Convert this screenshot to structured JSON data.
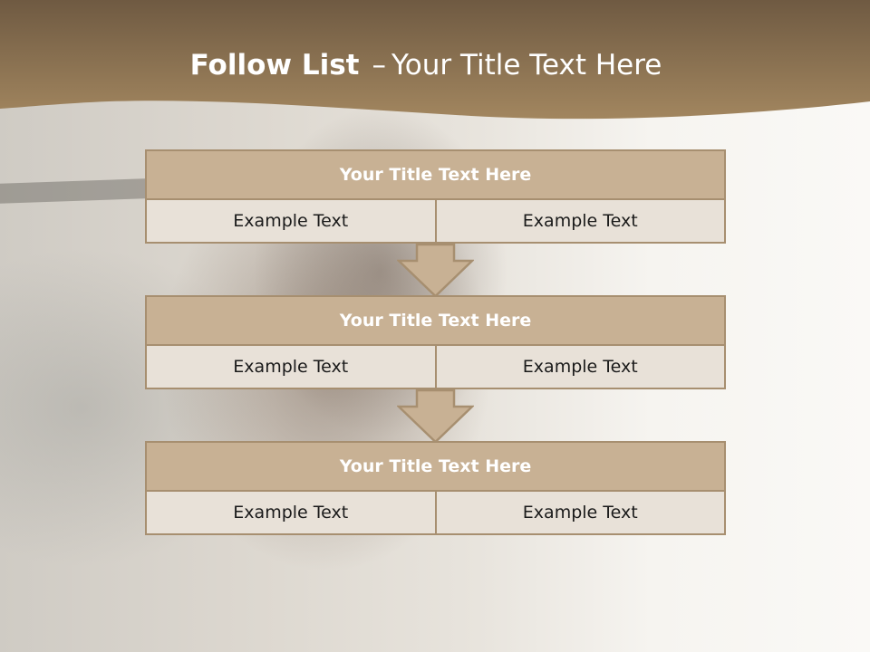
{
  "slide": {
    "title_bold": "Follow List",
    "title_dash": "–",
    "title_rest": "Your Title Text Here"
  },
  "blocks": [
    {
      "title": "Your Title Text Here",
      "left": "Example Text",
      "right": "Example Text"
    },
    {
      "title": "Your Title Text Here",
      "left": "Example Text",
      "right": "Example Text"
    },
    {
      "title": "Your Title Text Here",
      "left": "Example Text",
      "right": "Example Text"
    }
  ],
  "colors": {
    "header_brown": "#8a6e4f",
    "block_title_bg": "#c8b194",
    "block_border": "#a78f70",
    "cell_bg": "#e8e1d8"
  }
}
